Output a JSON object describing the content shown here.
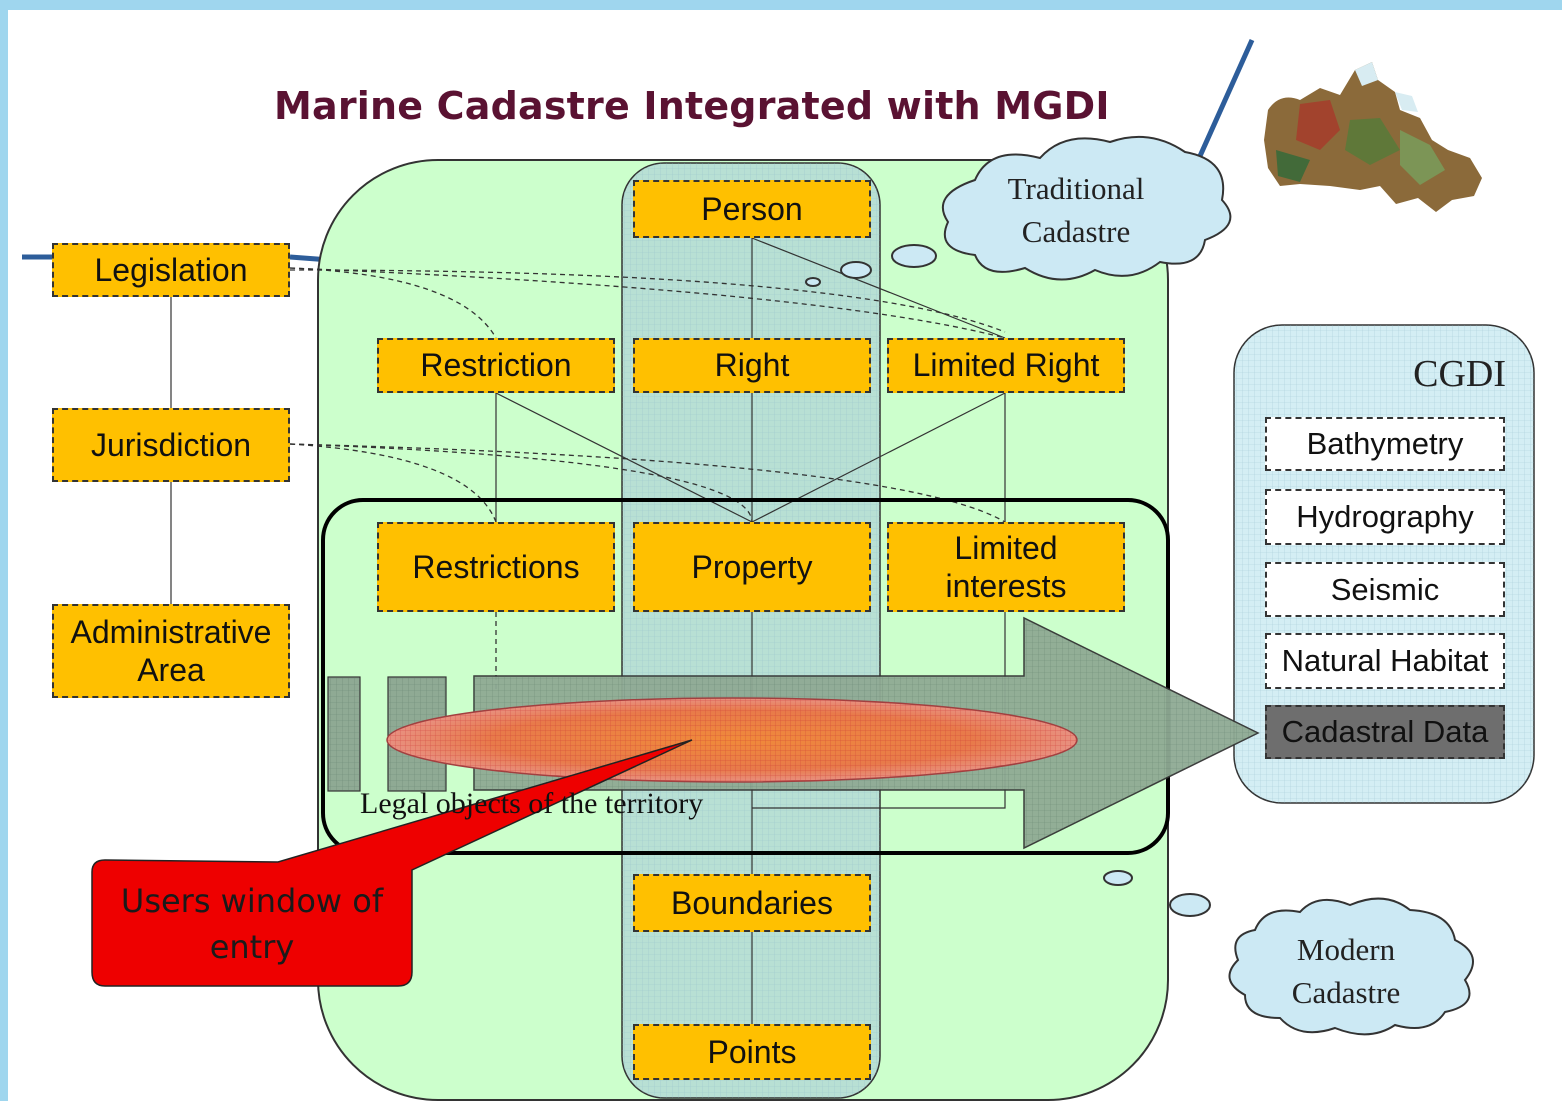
{
  "title": "Marine Cadastre Integrated with MGDI",
  "boxes": {
    "person": "Person",
    "legislation": "Legislation",
    "restriction": "Restriction",
    "right": "Right",
    "limited_right": "Limited Right",
    "jurisdiction": "Jurisdiction",
    "restrictions": "Restrictions",
    "property": "Property",
    "limited_interests": "Limited interests",
    "administrative_area": "Administrative Area",
    "boundaries": "Boundaries",
    "points": "Points"
  },
  "clouds": {
    "traditional": "Traditional Cadastre",
    "modern": "Modern Cadastre"
  },
  "legal_objects_label": "Legal objects of the territory",
  "users_window": "Users window of entry",
  "cgdi": {
    "title": "CGDI",
    "items": [
      "Bathymetry",
      "Hydrography",
      "Seismic",
      "Natural Habitat",
      "Cadastral Data"
    ]
  },
  "colors": {
    "box_fill": "#ffc000",
    "panel_green": "#ccffcc",
    "cgdi_panel": "#d4eef4",
    "title_color": "#5a1232",
    "callout_red": "#ee0000",
    "frame_blue": "#9fd6ee"
  },
  "icons": {
    "canada_map": "canada-map-icon"
  }
}
